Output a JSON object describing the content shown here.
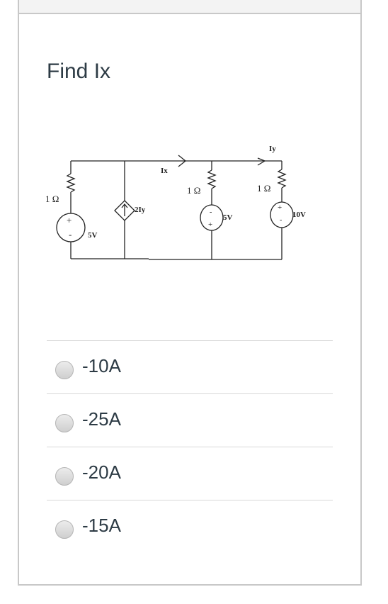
{
  "question": {
    "prompt": "Find Ix"
  },
  "circuit": {
    "labels": {
      "r1": "1 Ω",
      "r2": "1 Ω",
      "r3": "1 Ω",
      "v1": "5V",
      "v2": "5V",
      "v3": "10V",
      "dep": "2Iy",
      "ix": "Ix",
      "iy": "Iy",
      "plus": "+",
      "minus": "-"
    }
  },
  "answers": [
    {
      "label": "-10A"
    },
    {
      "label": "-25A"
    },
    {
      "label": "-20A"
    },
    {
      "label": "-15A"
    }
  ]
}
